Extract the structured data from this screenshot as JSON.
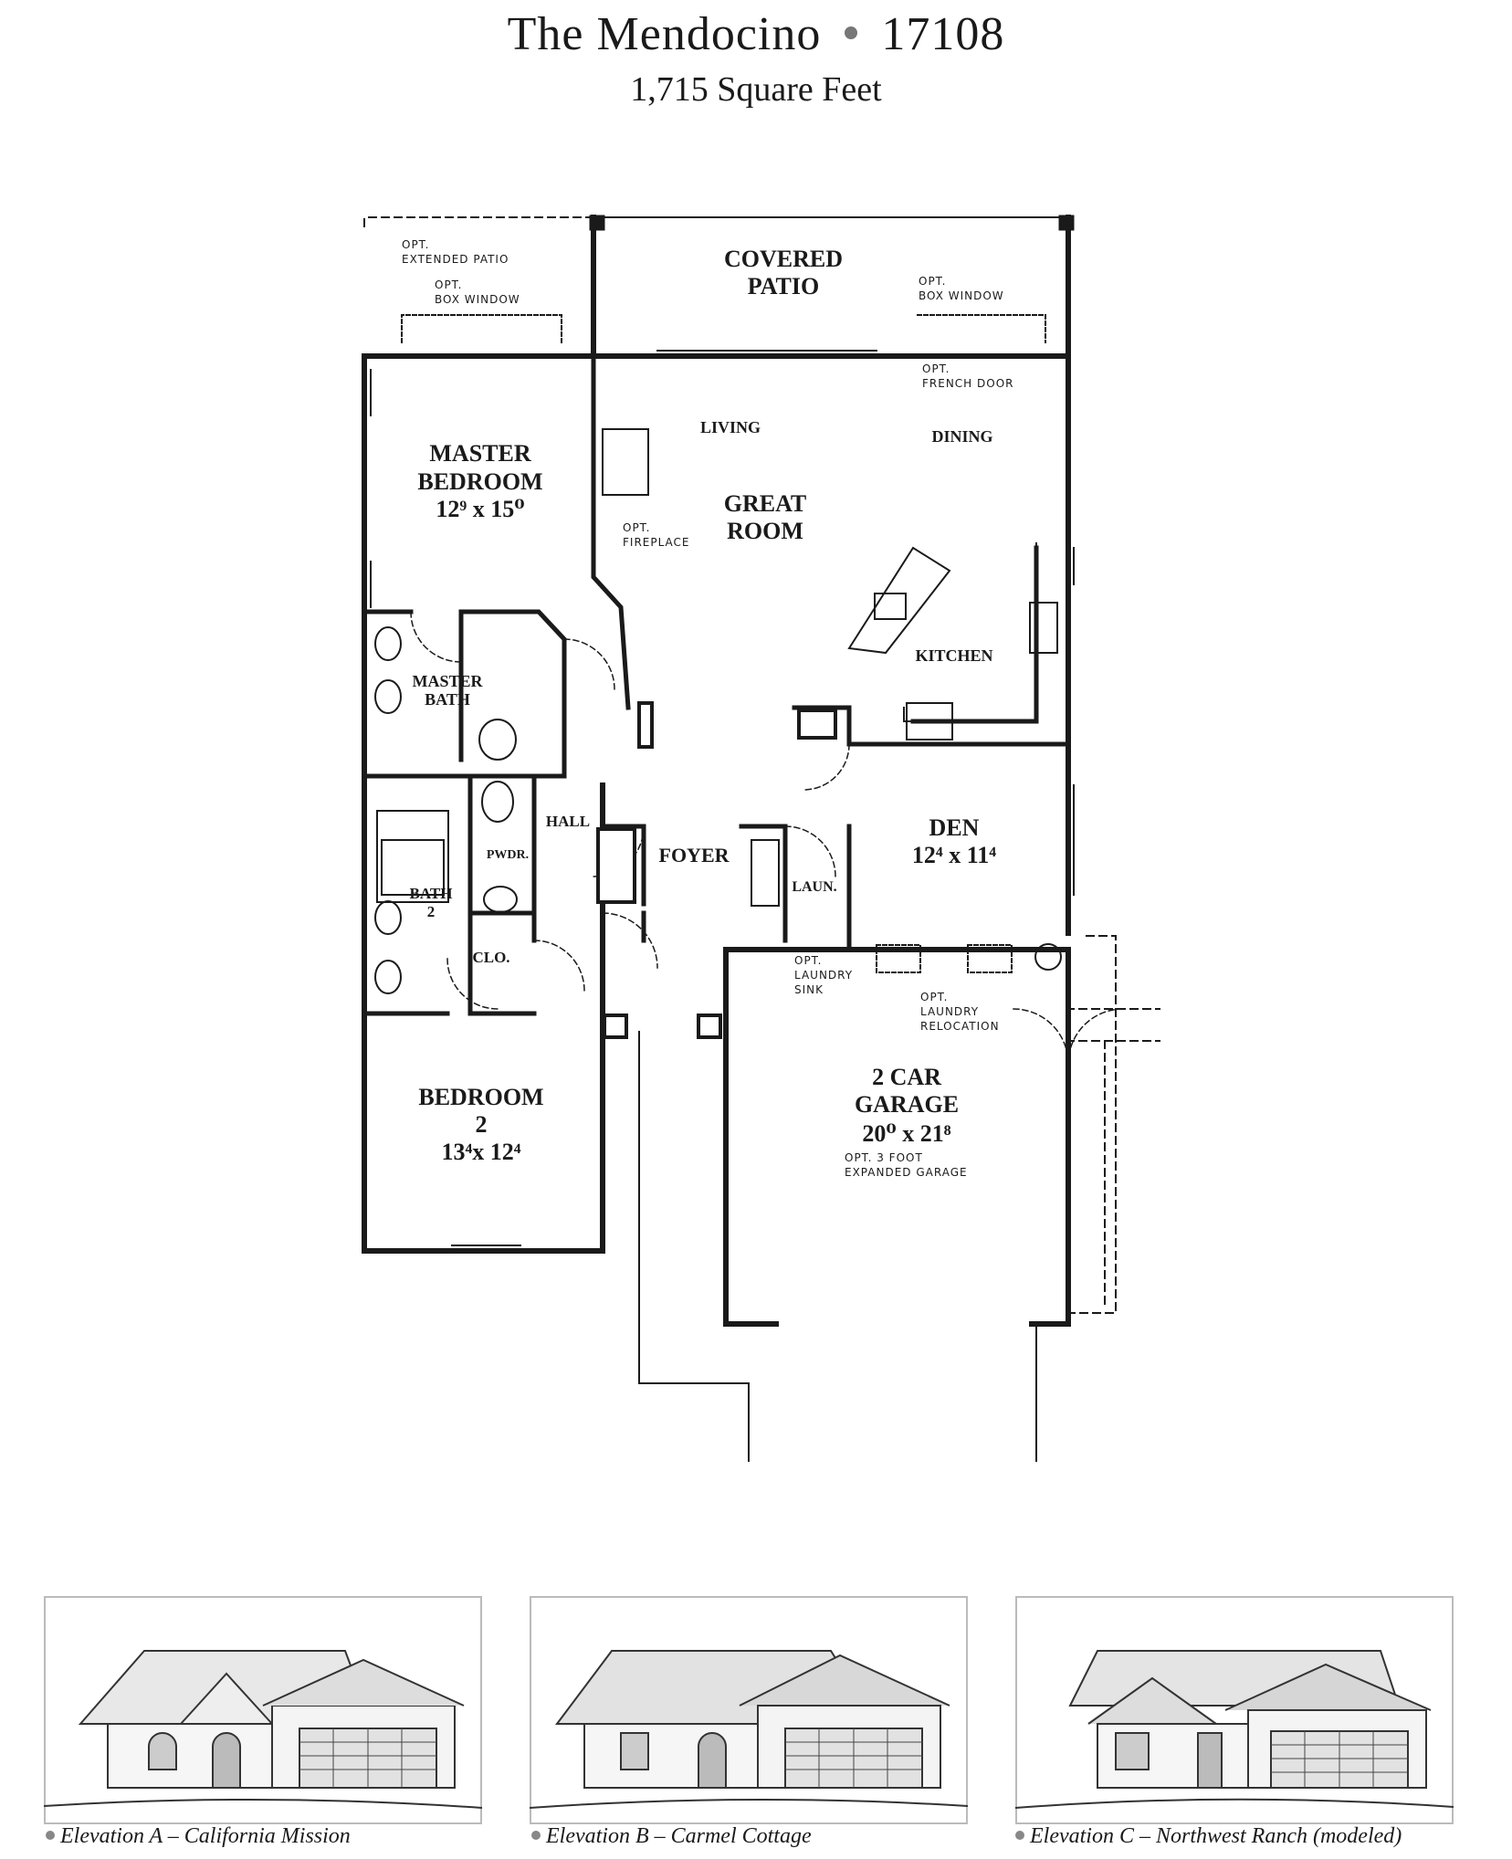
{
  "header": {
    "plan_name": "The Mendocino",
    "plan_number": "17108",
    "square_feet": "1,715 Square Feet"
  },
  "rooms": {
    "covered_patio": [
      "COVERED",
      "PATIO"
    ],
    "living": "LIVING",
    "dining": "DINING",
    "great_room": [
      "GREAT",
      "ROOM"
    ],
    "master_bedroom": [
      "MASTER",
      "BEDROOM",
      "12⁹ x 15⁰"
    ],
    "master_bath": [
      "MASTER",
      "BATH"
    ],
    "kitchen": "KITCHEN",
    "hall": "HALL",
    "foyer": "FOYER",
    "pwdr": "PWDR.",
    "laun": "LAUN.",
    "den": [
      "DEN",
      "12⁴ x 11⁴"
    ],
    "bath2": [
      "BATH",
      "2"
    ],
    "clo": "CLO.",
    "bedroom2": [
      "BEDROOM",
      "2",
      "13⁴x 12⁴"
    ],
    "garage": [
      "2 CAR",
      "GARAGE",
      "20⁰ x 21⁸"
    ]
  },
  "notes": {
    "opt_extended_patio": [
      "OPT.",
      "EXTENDED PATIO"
    ],
    "opt_box_window_left": [
      "OPT.",
      "BOX WINDOW"
    ],
    "opt_box_window_right": [
      "OPT.",
      "BOX WINDOW"
    ],
    "opt_french_door": [
      "OPT.",
      "FRENCH DOOR"
    ],
    "opt_fireplace": [
      "OPT.",
      "FIREPLACE"
    ],
    "opt_laundry_sink": [
      "OPT.",
      "LAUNDRY",
      "SINK"
    ],
    "opt_laundry_relocation": [
      "OPT.",
      "LAUNDRY",
      "RELOCATION"
    ],
    "opt_expanded_garage": [
      "OPT. 3 FOOT",
      "EXPANDED GARAGE"
    ]
  },
  "elevations": [
    {
      "caption": "Elevation A – California Mission"
    },
    {
      "caption": "Elevation B – Carmel Cottage"
    },
    {
      "caption": "Elevation C – Northwest Ranch (modeled)"
    }
  ]
}
